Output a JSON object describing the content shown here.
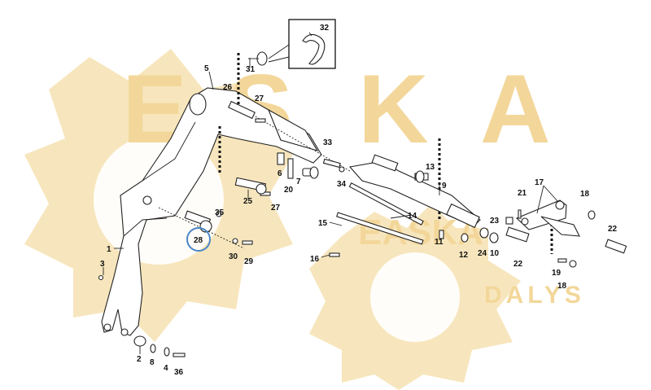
{
  "watermark": {
    "letters": [
      "E",
      "S",
      "K",
      "A"
    ],
    "word1": "EASKA",
    "word2": "DALYS",
    "color": "#f3d79a"
  },
  "highlight_color": "#4a86c8",
  "callouts": [
    {
      "id": "c1",
      "text": "1"
    },
    {
      "id": "c2",
      "text": "2"
    },
    {
      "id": "c3",
      "text": "3"
    },
    {
      "id": "c4",
      "text": "4"
    },
    {
      "id": "c5",
      "text": "5"
    },
    {
      "id": "c6",
      "text": "6"
    },
    {
      "id": "c7",
      "text": "7"
    },
    {
      "id": "c8",
      "text": "8"
    },
    {
      "id": "c9",
      "text": "9"
    },
    {
      "id": "c10",
      "text": "10"
    },
    {
      "id": "c11",
      "text": "11"
    },
    {
      "id": "c12",
      "text": "12"
    },
    {
      "id": "c13",
      "text": "13"
    },
    {
      "id": "c14",
      "text": "14"
    },
    {
      "id": "c15",
      "text": "15"
    },
    {
      "id": "c16",
      "text": "16"
    },
    {
      "id": "c17",
      "text": "17"
    },
    {
      "id": "c18a",
      "text": "18"
    },
    {
      "id": "c18b",
      "text": "18"
    },
    {
      "id": "c19",
      "text": "19"
    },
    {
      "id": "c20",
      "text": "20"
    },
    {
      "id": "c21",
      "text": "21"
    },
    {
      "id": "c22a",
      "text": "22"
    },
    {
      "id": "c22b",
      "text": "22"
    },
    {
      "id": "c23",
      "text": "23"
    },
    {
      "id": "c24",
      "text": "24"
    },
    {
      "id": "c25",
      "text": "25"
    },
    {
      "id": "c26",
      "text": "26"
    },
    {
      "id": "c27a",
      "text": "27"
    },
    {
      "id": "c27b",
      "text": "27"
    },
    {
      "id": "c28",
      "text": "28"
    },
    {
      "id": "c29",
      "text": "29"
    },
    {
      "id": "c30",
      "text": "30"
    },
    {
      "id": "c31",
      "text": "31"
    },
    {
      "id": "c32",
      "text": "32"
    },
    {
      "id": "c33",
      "text": "33"
    },
    {
      "id": "c34",
      "text": "34"
    },
    {
      "id": "c35",
      "text": "35"
    },
    {
      "id": "c36",
      "text": "36"
    }
  ]
}
